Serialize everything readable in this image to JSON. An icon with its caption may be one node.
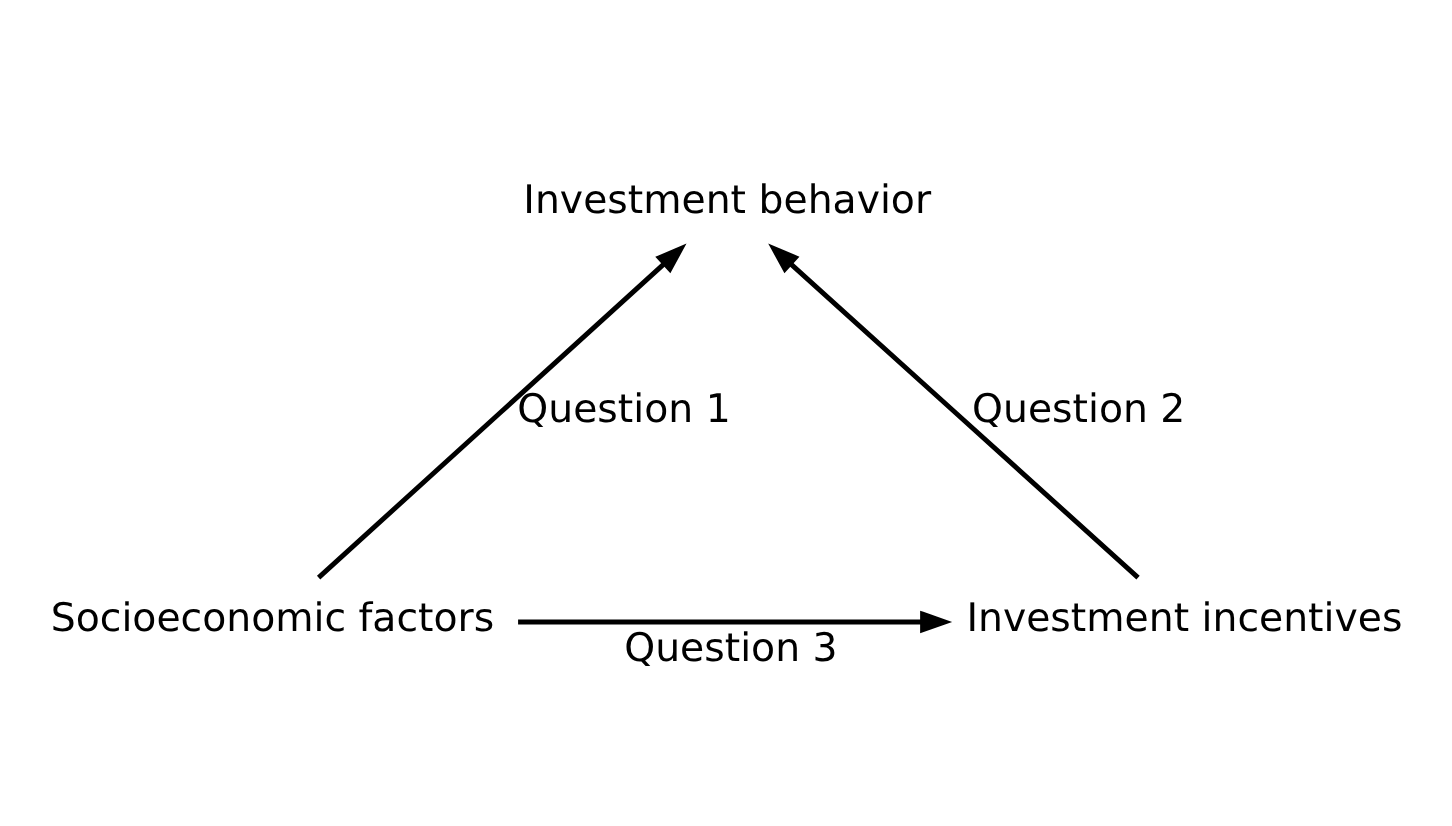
{
  "diagram": {
    "nodes": [
      {
        "text": [
          "Investment behavior"
        ]
      },
      {
        "text": [
          "Socioeconomic factors"
        ]
      },
      {
        "text": [
          "Investment incentives"
        ]
      }
    ],
    "edges": [
      {
        "from": 1,
        "to": 0,
        "arrow": "to",
        "label": "Question 1"
      },
      {
        "from": 2,
        "to": 0,
        "arrow": "to",
        "label": "Question 2"
      },
      {
        "from": 1,
        "to": 2,
        "arrow": "to",
        "label": "Question 3"
      }
    ]
  }
}
